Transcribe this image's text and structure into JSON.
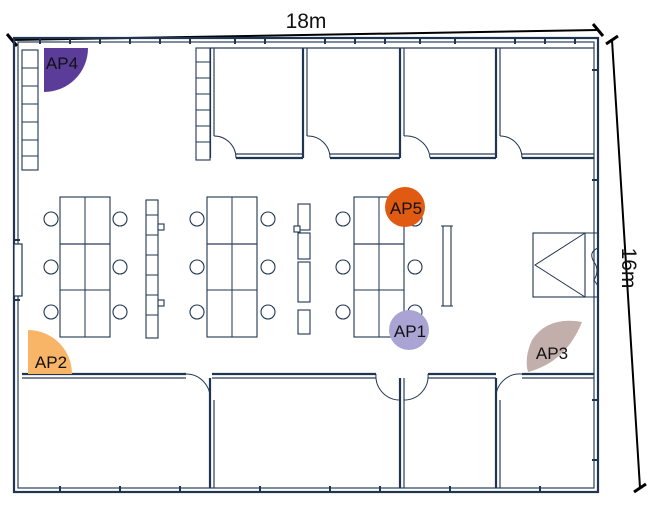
{
  "dimensions": {
    "width_label": "18m",
    "height_label": "16m"
  },
  "access_points": [
    {
      "id": "ap4",
      "label": "AP4",
      "color": "#5b3c99",
      "shape": "quarter-disc"
    },
    {
      "id": "ap5",
      "label": "AP5",
      "color": "#e05a12",
      "shape": "circle"
    },
    {
      "id": "ap1",
      "label": "AP1",
      "color": "#a9a4d4",
      "shape": "circle"
    },
    {
      "id": "ap2",
      "label": "AP2",
      "color": "#f8b567",
      "shape": "quarter-disc"
    },
    {
      "id": "ap3",
      "label": "AP3",
      "color": "#c2aeaa",
      "shape": "sector"
    }
  ]
}
